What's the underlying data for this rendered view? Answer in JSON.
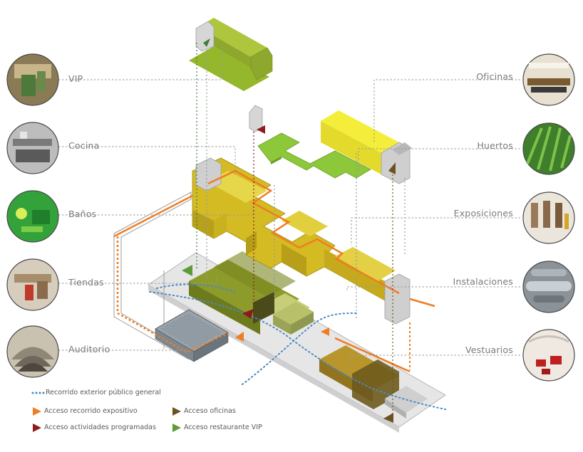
{
  "labels": {
    "left": [
      "VIP",
      "Cocina",
      "Baños",
      "Tiendas",
      "Auditorio"
    ],
    "right": [
      "Oficinas",
      "Huertos",
      "Exposiciones",
      "Instalaciones",
      "Vestuarios"
    ]
  },
  "legend": {
    "exterior": "Recorrido exterior público general",
    "expositivo": "Acceso recorrido expositivo",
    "actividades": "Acceso actividades programadas",
    "oficinas": "Acceso oficinas",
    "vip": "Acceso restaurante VIP"
  },
  "colors": {
    "yellow": "#d8c22a",
    "yellow_light": "#f2ec3c",
    "olive": "#8f9b2a",
    "green_light": "#9bd132",
    "orange": "#ef7d22",
    "dark_red": "#8e1b1d",
    "brown": "#6b5320",
    "green_arrow": "#5f9a3a",
    "blue_dots": "#4a89c4"
  }
}
